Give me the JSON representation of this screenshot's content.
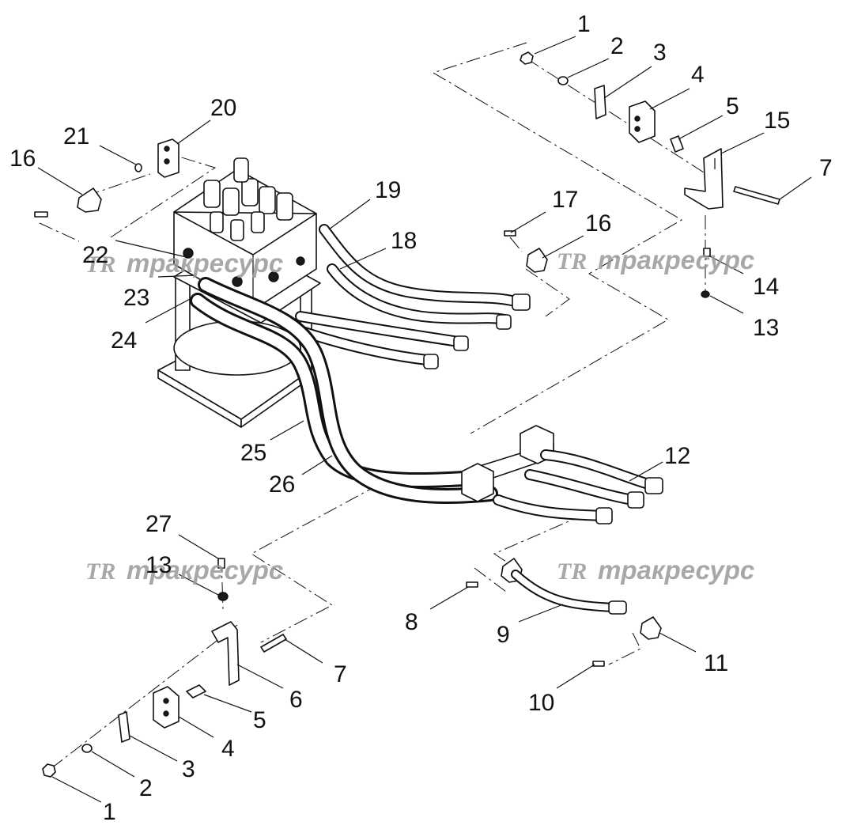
{
  "watermark": {
    "logo": "TR",
    "text": "тракресурс"
  },
  "callouts": [
    "1",
    "2",
    "3",
    "4",
    "5",
    "15",
    "7",
    "20",
    "21",
    "16",
    "19",
    "17",
    "16",
    "18",
    "22",
    "23",
    "24",
    "14",
    "13",
    "12",
    "25",
    "26",
    "27",
    "13",
    "8",
    "9",
    "7",
    "6",
    "5",
    "4",
    "3",
    "2",
    "1",
    "10",
    "11"
  ],
  "colors": {
    "line": "#111111",
    "watermark": "#9a9a9a",
    "background": "#ffffff"
  }
}
